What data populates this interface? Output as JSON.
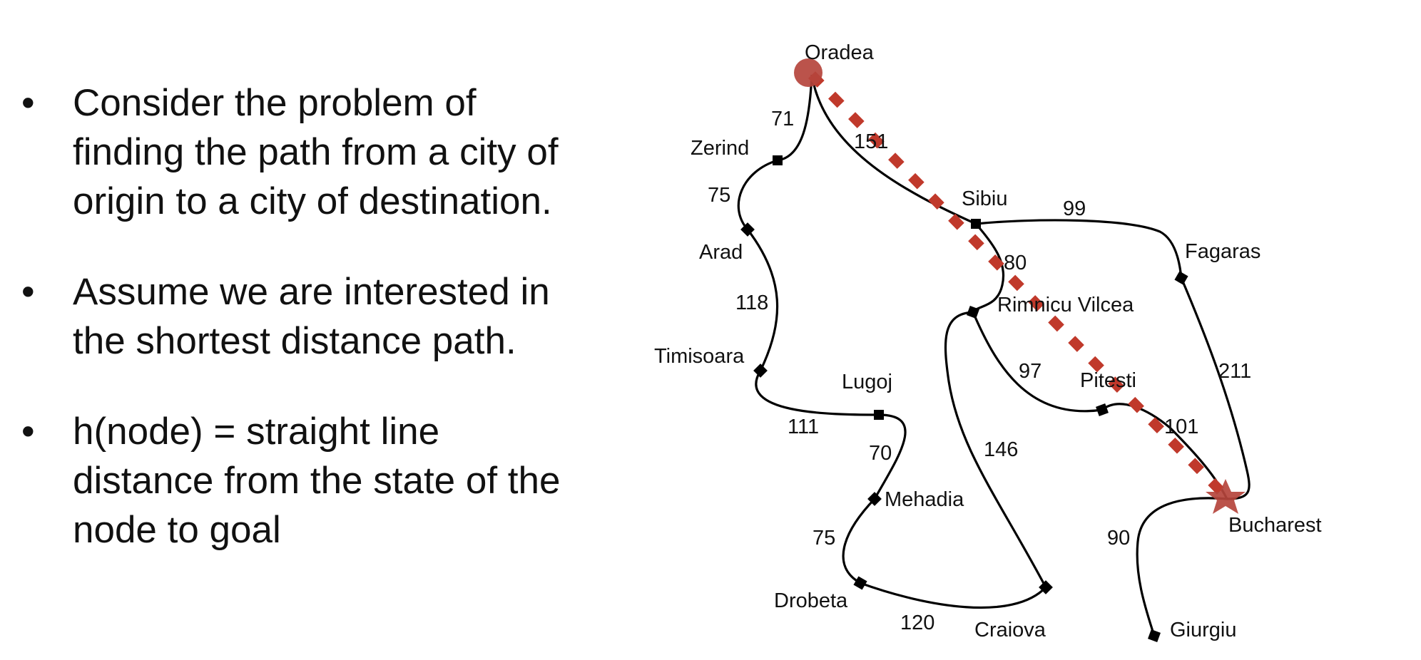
{
  "bullets": [
    {
      "symbol": "•",
      "lines": [
        "Consider the problem of",
        "finding the path from a city of",
        "origin to a city of destination."
      ]
    },
    {
      "symbol": "•",
      "lines": [
        "Assume we are interested in",
        "the shortest distance path."
      ]
    },
    {
      "symbol": "•",
      "lines": [
        "h(node) = straight line",
        "distance from the state of the",
        "node to goal"
      ]
    }
  ],
  "map": {
    "cities": {
      "oradea": "Oradea",
      "zerind": "Zerind",
      "arad": "Arad",
      "timisoara": "Timisoara",
      "lugoj": "Lugoj",
      "mehadia": "Mehadia",
      "drobeta": "Drobeta",
      "craiova": "Craiova",
      "sibiu": "Sibiu",
      "fagaras": "Fagaras",
      "rimnicu": "Rimnicu Vilcea",
      "pitesti": "Pitesti",
      "bucharest": "Bucharest",
      "giurgiu": "Giurgiu"
    },
    "distances": {
      "oradea_zerind": "71",
      "oradea_sibiu": "151",
      "zerind_arad": "75",
      "arad_timisoara": "118",
      "timisoara_lugoj": "111",
      "lugoj_mehadia": "70",
      "mehadia_drobeta": "75",
      "drobeta_craiova": "120",
      "sibiu_fagaras": "99",
      "sibiu_rimnicu": "80",
      "rimnicu_pitesti": "97",
      "rimnicu_craiova": "146",
      "fagaras_bucharest": "211",
      "pitesti_bucharest": "101",
      "bucharest_giurgiu": "90"
    },
    "colors": {
      "road": "#000000",
      "straight_line": "#c0392b",
      "start_marker": "#b5443c",
      "goal_marker": "#b5443c"
    }
  }
}
